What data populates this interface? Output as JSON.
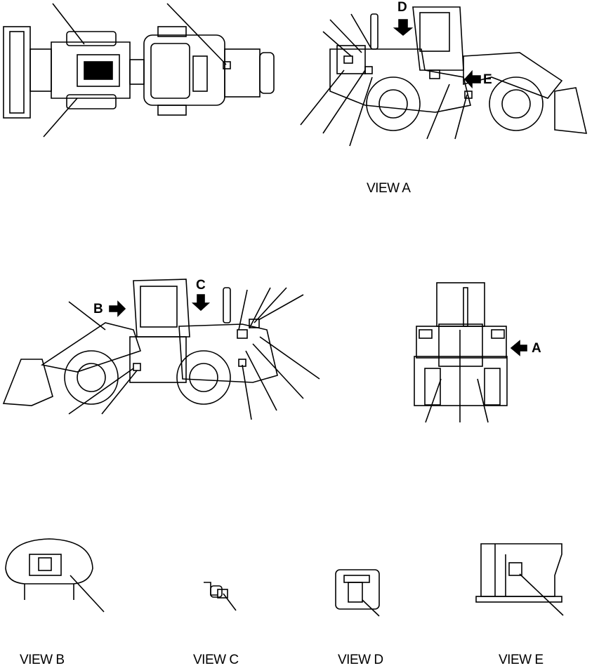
{
  "views": {
    "view_a": "VIEW A",
    "view_b": "VIEW B",
    "view_c": "VIEW C",
    "view_d": "VIEW D",
    "view_e": "VIEW E"
  },
  "arrows": {
    "a": "A",
    "b": "B",
    "c": "C",
    "d": "D",
    "e": "E"
  }
}
